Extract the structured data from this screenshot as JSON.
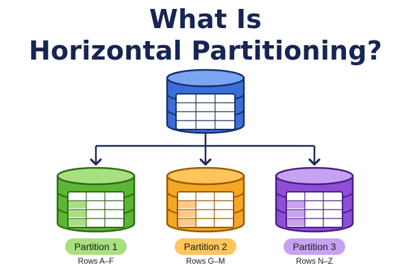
{
  "title": {
    "line1": "What Is",
    "line2": "Horizontal Partitioning?"
  },
  "source_db": {
    "icon": "database-icon",
    "color": "#3B6FD8"
  },
  "partitions": [
    {
      "label": "Partition 1",
      "rows": "Rows A–F",
      "color": "#5CB635",
      "pill_color": "#A8E07F",
      "icon": "database-icon"
    },
    {
      "label": "Partition 2",
      "rows": "Rows G–M",
      "color": "#F5A623",
      "pill_color": "#FFC55A",
      "icon": "database-icon"
    },
    {
      "label": "Partition 3",
      "rows": "Rows N–Z",
      "color": "#8E4FD6",
      "pill_color": "#C7A2F0",
      "icon": "database-icon"
    }
  ],
  "connector_color": "#1E2A5A"
}
